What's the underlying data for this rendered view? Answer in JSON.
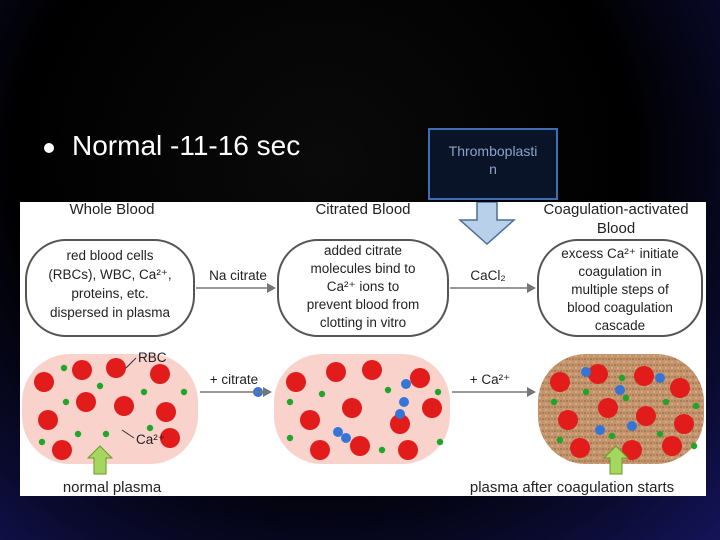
{
  "slide": {
    "bullet_text": "Normal -11-16 sec",
    "callout_text": "Thromboplastin",
    "callout_line1": "Thromboplasti",
    "callout_line2": "n"
  },
  "diagram": {
    "col1_title": "Whole Blood",
    "col2_title": "Citrated Blood",
    "col3_title_line1": "Coagulation-activated",
    "col3_title_line2": "Blood",
    "box1": [
      "red blood cells",
      "(RBCs), WBC, Ca²⁺,",
      "proteins, etc.",
      "dispersed in plasma"
    ],
    "box2": [
      "added citrate",
      "molecules bind to",
      "Ca²⁺ ions to",
      "prevent blood from",
      "clotting in vitro"
    ],
    "box3": [
      "excess Ca²⁺ initiate",
      "coagulation in",
      "multiple steps of",
      "blood coagulation",
      "cascade"
    ],
    "arrow1_label": "Na citrate",
    "arrow2_label": "CaCl₂",
    "arrow3_label": "+ citrate",
    "arrow4_label": "+ Ca²⁺",
    "label_rbc": "RBC",
    "label_ca": "Ca²⁺",
    "caption_left": "normal plasma",
    "caption_right": "plasma after coagulation starts",
    "colors": {
      "rbc": "#e21b1b",
      "plasma": "#f8cfc8",
      "plasma_clot": "#c89a72",
      "calcium": "#1fa52a",
      "ion": "#3575d8",
      "arrow_green": "#9bd25a",
      "callout_arrow": "#b9d0ea"
    }
  }
}
